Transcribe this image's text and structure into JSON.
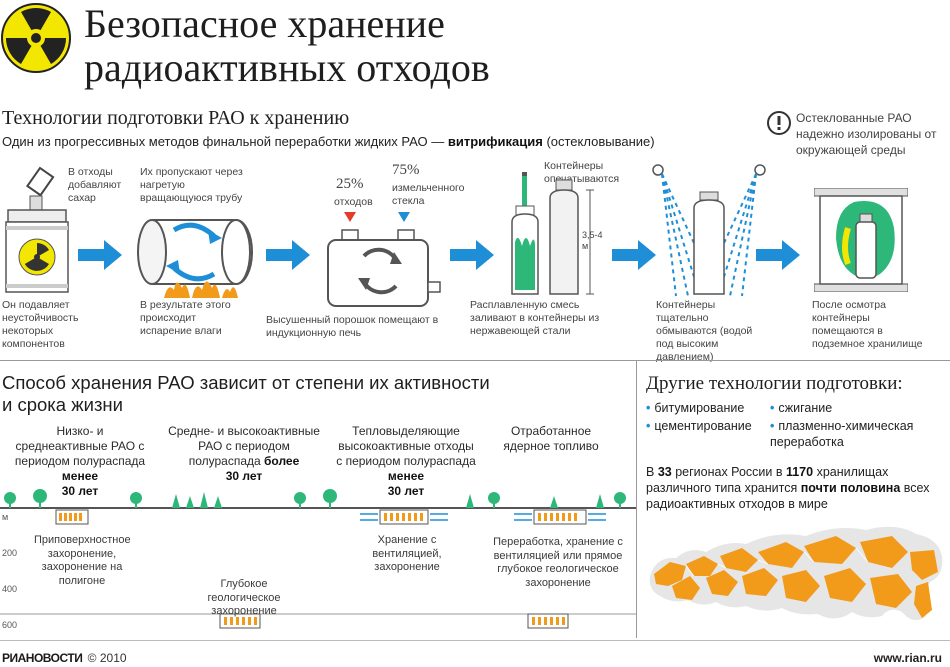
{
  "header": {
    "title_line1": "Безопасное хранение",
    "title_line2": "радиоактивных отходов"
  },
  "section1": {
    "title": "Технологии подготовки РАО к хранению",
    "subtitle_before": "Один из прогрессивных методов финальной переработки жидких РАО — ",
    "subtitle_bold": "витрификация",
    "subtitle_after": " (остекловывание)",
    "note": "Остеклованные РАО надежно изолированы от окружающей среды",
    "steps": [
      {
        "top": "В отходы добавляют сахар",
        "bottom": "Он подавляет неустойчивость некоторых компонентов"
      },
      {
        "top": "Их пропускают через нагретую вращающуюся трубу",
        "bottom": "В результате этого происходит испарение влаги"
      },
      {
        "top_pct1": "25%",
        "top_label1": "отходов",
        "top_pct2": "75%",
        "top_label2": "измельченного стекла",
        "bottom": "Высушенный порошок помещают в индукционную печь"
      },
      {
        "top": "Контейнеры опечатываются",
        "height_label": "3,5-4 м",
        "bottom": "Расплавленную смесь заливают в контейнеры из нержавеющей стали"
      },
      {
        "bottom": "Контейнеры тщательно обмываются (водой под высоким давлением)"
      },
      {
        "bottom": "После осмотра контейнеры помещаются в подземное хранилище"
      }
    ]
  },
  "section2": {
    "title_line1": "Способ хранения РАО зависит от степени их активности",
    "title_line2": "и срока жизни",
    "categories": [
      {
        "pre": "Низко- и среднеактивные РАО с периодом полураспада ",
        "bold1": "менее",
        "bold2": "30 лет"
      },
      {
        "pre": "Средне- и высокоактивные РАО с периодом полураспада ",
        "bold1": "более",
        "bold2": "30 лет"
      },
      {
        "pre": "Тепловыделяющие высокоактивные отходы с периодом полураспада ",
        "bold1": "менее",
        "bold2": "30 лет"
      },
      {
        "pre": "Отработанное ядерное топливо"
      }
    ],
    "depth_unit": "м",
    "depths": [
      "200",
      "400",
      "600"
    ],
    "methods": [
      "Приповерхностное захоронение, захоронение на полигоне",
      "Глубокое геологическое захоронение",
      "Хранение с вентиляцией, захоронение",
      "Переработка, хранение с вентиляцией или прямое глубокое геологическое захоронение"
    ]
  },
  "section3": {
    "title": "Другие технологии подготовки:",
    "items": [
      "битумирование",
      "цементирование",
      "сжигание",
      "плазменно-химическая переработка"
    ],
    "fact_p1": "В ",
    "fact_b1": "33",
    "fact_p2": " регионах России в ",
    "fact_b2": "1170",
    "fact_p3": " хранилищах различного типа хранится ",
    "fact_b3": "почти половина",
    "fact_p4": " всех радиоактивных отходов в мире"
  },
  "footer": {
    "brand": "РИАНОВОСТИ",
    "copyright": "© 2010",
    "url": "www.rian.ru"
  },
  "colors": {
    "accent_blue": "#1e8fd6",
    "orange": "#f29a1a",
    "green": "#2db87a",
    "yellow": "#f3e600"
  }
}
